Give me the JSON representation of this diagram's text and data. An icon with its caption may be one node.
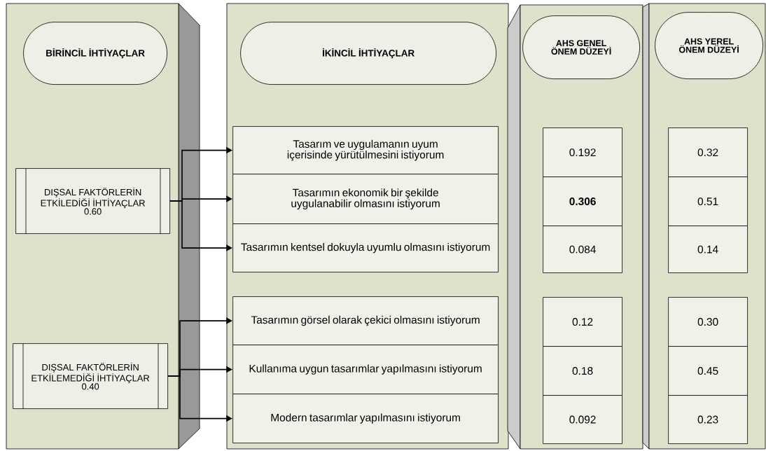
{
  "diagram": {
    "nodes": [
      {
        "text": [],
        "shape": "box"
      },
      {
        "text": [
          "BİRİNCİL İHTİYAÇLAR"
        ],
        "in": 0
      },
      {
        "text": [
          "DIŞSAL FAKTÖRLERİN ETKİLEDİĞİ İHTİYAÇLAR",
          "0.60"
        ],
        "in": 0
      },
      {
        "text": [
          "DIŞSAL FAKTÖRLERİN ETKİLEMEDİĞİ İHTİYAÇLAR",
          "0.40"
        ],
        "in": 0
      },
      {
        "text": [],
        "shape": "box"
      },
      {
        "text": [
          "İKİNCİL İHTİYAÇLAR"
        ],
        "in": 4
      },
      {
        "text": [
          "Tasarım ve uygulamanın uyum içerisinde yürütülmesini istiyorum"
        ],
        "in": 4
      },
      {
        "text": [
          "Tasarımın ekonomik bir şekilde uygulanabilir olmasını istiyorum"
        ],
        "in": 4
      },
      {
        "text": [
          "Tasarımın kentsel dokuyla uyumlu olmasını istiyorum"
        ],
        "in": 4
      },
      {
        "text": [
          "Tasarımın görsel olarak çekici olmasını istiyorum"
        ],
        "in": 4
      },
      {
        "text": [
          "Kullanıma uygun tasarımlar yapılmasını istiyorum"
        ],
        "in": 4
      },
      {
        "text": [
          "Modern tasarımlar yapılmasını istiyorum"
        ],
        "in": 4
      },
      {
        "text": [],
        "shape": "box"
      },
      {
        "text": [
          "AHS GENEL ÖNEM DÜZEYİ"
        ],
        "in": 12
      },
      {
        "text": [
          "0.192"
        ],
        "in": 12
      },
      {
        "text": [
          "0.306"
        ],
        "in": 12
      },
      {
        "text": [
          "0.084"
        ],
        "in": 12
      },
      {
        "text": [
          "0.12"
        ],
        "in": 12
      },
      {
        "text": [
          "0.18"
        ],
        "in": 12
      },
      {
        "text": [
          "0.092"
        ],
        "in": 12
      },
      {
        "text": [],
        "shape": "box"
      },
      {
        "text": [
          "AHS YEREL ÖNEM DÜZEYİ"
        ],
        "in": 20
      },
      {
        "text": [
          "0.32"
        ],
        "in": 20
      },
      {
        "text": [
          "0.51"
        ],
        "in": 20
      },
      {
        "text": [
          "0.14"
        ],
        "in": 20
      },
      {
        "text": [
          "0.30"
        ],
        "in": 20
      },
      {
        "text": [
          "0.45"
        ],
        "in": 20
      },
      {
        "text": [
          "0.23"
        ],
        "in": 20
      }
    ],
    "edges": [
      {
        "from": 2,
        "to": 6,
        "arrow": "to"
      },
      {
        "from": 2,
        "to": 7,
        "arrow": "to"
      },
      {
        "from": 2,
        "to": 8,
        "arrow": "to"
      },
      {
        "from": 3,
        "to": 9,
        "arrow": "to"
      },
      {
        "from": 3,
        "to": 10,
        "arrow": "to"
      },
      {
        "from": 3,
        "to": 11,
        "arrow": "to"
      }
    ]
  }
}
